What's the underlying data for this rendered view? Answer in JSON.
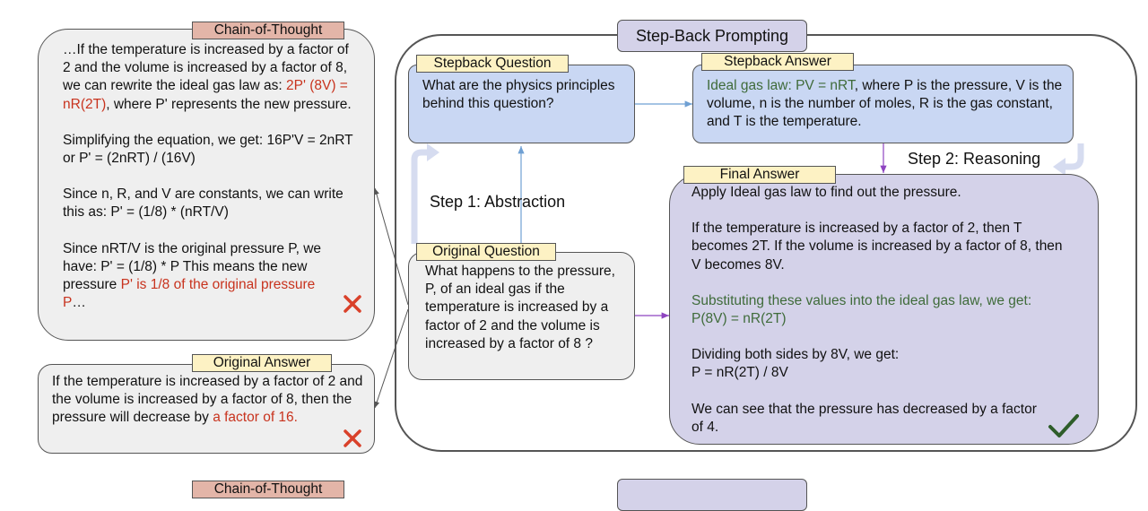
{
  "chain_of_thought": {
    "tag": "Chain-of-Thought",
    "p1_a": "…If the temperature is increased by a factor of 2 and the volume is increased by a factor of 8, we can rewrite the ideal gas law as: ",
    "p1_red": "2P' (8V) = nR(2T)",
    "p1_b": ", where P' represents the new pressure.",
    "p2": "Simplifying the equation, we get: 16P'V = 2nRT or P' = (2nRT) / (16V)",
    "p3": "Since n, R, and V are constants, we can write this as: P' = (1/8) * (nRT/V)",
    "p4_a": "Since nRT/V is the original pressure P, we have: P' = (1/8) * P This means the new pressure ",
    "p4_red": "P' is 1/8 of the original pressure P",
    "p4_b": "…"
  },
  "original_answer": {
    "tag": "Original Answer",
    "text_a": "If the temperature is increased by a factor of 2 and the volume is increased by a factor of 8, then the pressure will decrease by ",
    "text_red": "a factor of 16."
  },
  "step_back": {
    "title": "Step-Back Prompting",
    "stepback_question": {
      "tag": "Stepback Question",
      "text": "What are the physics principles behind this question?"
    },
    "stepback_answer": {
      "tag": "Stepback Answer",
      "text_green": "Ideal gas law: PV = nRT",
      "text_rest": ", where P is the pressure, V is the volume, n is the number of moles, R is the gas constant, and T is the temperature."
    },
    "step1_label": "Step 1: Abstraction",
    "step2_label": "Step 2: Reasoning",
    "original_question": {
      "tag": "Original Question",
      "text": "What happens to the pressure, P, of an ideal gas if the temperature is increased by a factor of 2 and the volume is increased by a factor of 8 ?"
    },
    "final_answer": {
      "tag": "Final Answer",
      "p1": "Apply Ideal gas law to find out the pressure.",
      "p2": "If the temperature is increased by a factor of 2, then T becomes 2T. If the volume is increased by a factor of 8, then V becomes 8V.",
      "p3_green": "Substituting these values into the ideal gas law, we get: P(8V) = nR(2T)",
      "p4_a": "Dividing both sides by 8V, we get:",
      "p4_b": "P = nR(2T) / 8V",
      "p5": "We can see that the pressure has decreased by a factor of 4."
    }
  },
  "bottom_cut": {
    "left_tag": "Chain-of-Thought",
    "right_tag": ""
  },
  "colors": {
    "red": "#c8331e",
    "green": "#3f6b3a",
    "blue_box": "#c9d7f3",
    "purple_box": "#d4d2e9",
    "gray_box": "#efefef",
    "arrow_blue": "#6fa0d3",
    "arrow_purple": "#8e44c0"
  },
  "icons": {
    "cross": "x-mark-icon",
    "check": "check-mark-icon"
  }
}
